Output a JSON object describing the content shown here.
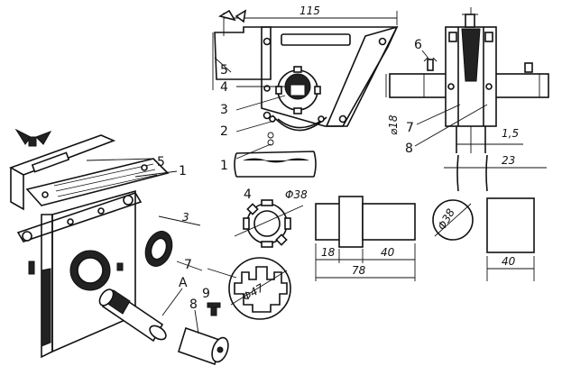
{
  "labels": {
    "n1a": "1",
    "n1b": "1",
    "n2": "2",
    "n3": "3",
    "n4a": "4",
    "n4b": "4",
    "n5a": "5",
    "n5b": "5",
    "n6": "6",
    "n7a": "7",
    "n7b": "7",
    "n8a": "8",
    "n8b": "8",
    "n9": "9",
    "a": "A"
  },
  "dimensions": {
    "d115": "115",
    "d18v": "⌀18",
    "d15": "1,5",
    "d23": "23",
    "d38a": "Φ38",
    "d38b": "Φ38",
    "d47": "Φ47",
    "d3": "3",
    "d18": "18",
    "d40a": "40",
    "d78": "78",
    "d40b": "40"
  }
}
